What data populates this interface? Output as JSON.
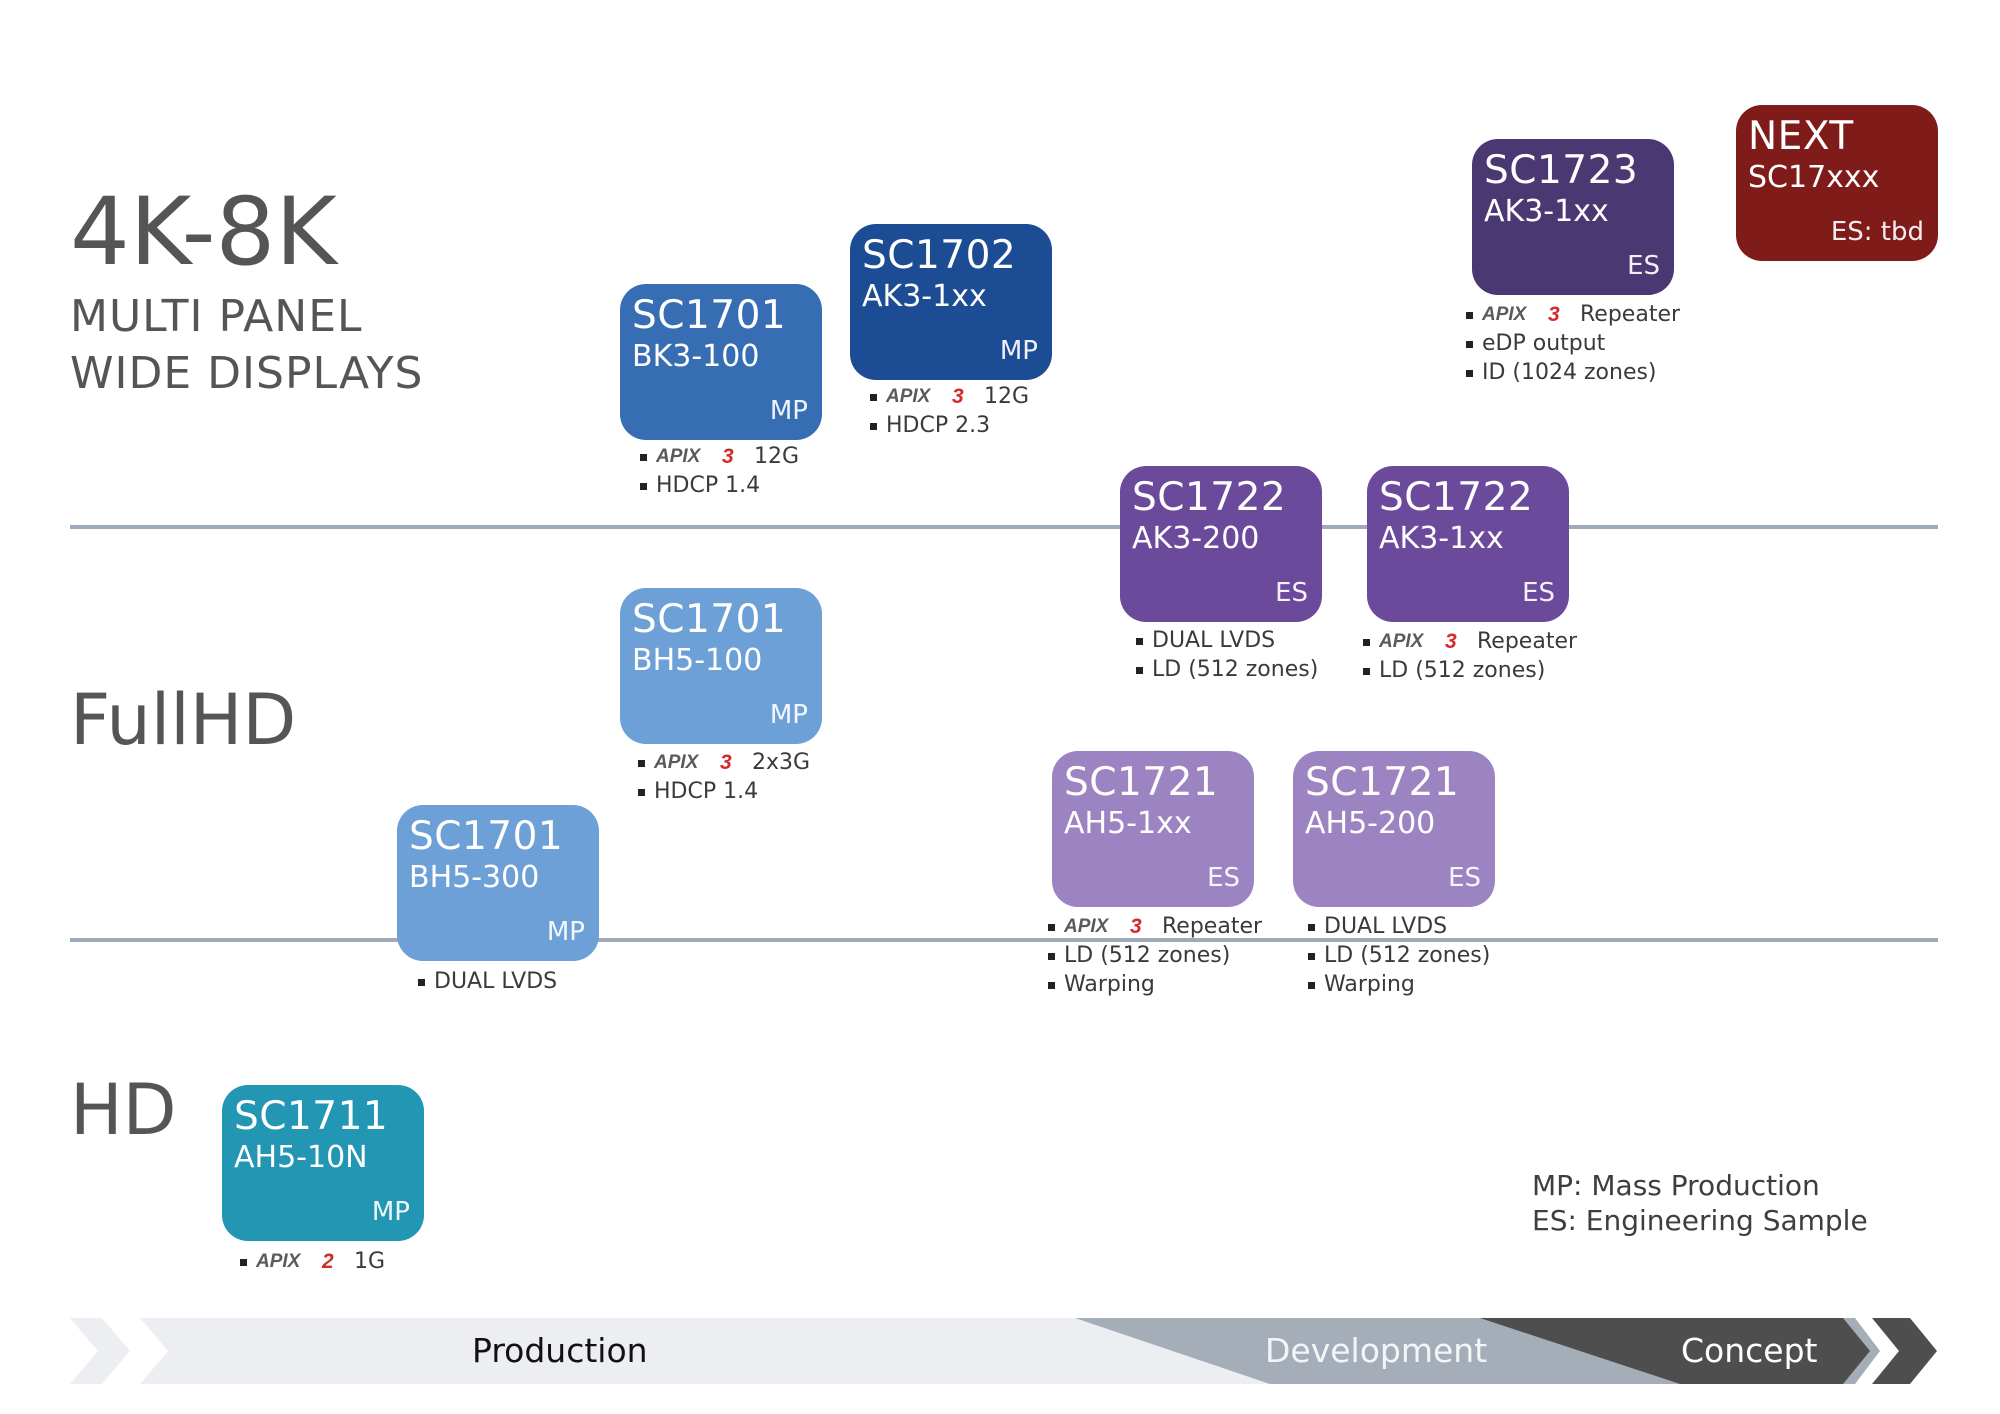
{
  "colors": {
    "background": "#ffffff",
    "tier_line": "#9ea9bb",
    "card_bk3_100": "#376db3",
    "card_ak3_1xx_1702": "#1c4c94",
    "card_ak3_1xx_1723": "#4a3873",
    "card_next": "#7f1c1a",
    "card_ak3_200": "#6b4a9c",
    "card_ak3_1xx_1722": "#6b4a9c",
    "card_bh5": "#6da0d6",
    "card_ah5": "#9c84c2",
    "card_ah5_10n": "#2296b3",
    "stage_production": "#eceef2",
    "stage_development": "#a5adb8",
    "stage_concept": "#4e4e4e",
    "apix_red": "#d42a2a",
    "apix_gray": "#5a5a5a"
  },
  "tiers": {
    "uhd_title": "4K-8K",
    "uhd_subtitle_line1": "MULTI PANEL",
    "uhd_subtitle_line2": "WIDE DISPLAYS",
    "fullhd_title": "FullHD",
    "hd_title": "HD"
  },
  "products": [
    {
      "model": "SC1701",
      "variant": "BK3-100",
      "status": "MP",
      "features": [
        {
          "logo": "APIX",
          "gen": "3",
          "text": "12G"
        },
        {
          "text": "HDCP 1.4"
        }
      ]
    },
    {
      "model": "SC1702",
      "variant": "AK3-1xx",
      "status": "MP",
      "features": [
        {
          "logo": "APIX",
          "gen": "3",
          "text": "12G"
        },
        {
          "text": "HDCP 2.3"
        }
      ]
    },
    {
      "model": "SC1723",
      "variant": "AK3-1xx",
      "status": "ES",
      "features": [
        {
          "logo": "APIX",
          "gen": "3",
          "text": "Repeater"
        },
        {
          "text": "eDP output"
        },
        {
          "text": "ID (1024 zones)"
        }
      ]
    },
    {
      "model": "NEXT",
      "variant": "SC17xxx",
      "status": "ES: tbd",
      "features": []
    },
    {
      "model": "SC1722",
      "variant": "AK3-200",
      "status": "ES",
      "features": [
        {
          "text": "DUAL LVDS"
        },
        {
          "text": "LD (512 zones)"
        }
      ]
    },
    {
      "model": "SC1722",
      "variant": "AK3-1xx",
      "status": "ES",
      "features": [
        {
          "logo": "APIX",
          "gen": "3",
          "text": "Repeater"
        },
        {
          "text": "LD (512 zones)"
        }
      ]
    },
    {
      "model": "SC1701",
      "variant": "BH5-100",
      "status": "MP",
      "features": [
        {
          "logo": "APIX",
          "gen": "3",
          "text": "2x3G"
        },
        {
          "text": "HDCP 1.4"
        }
      ]
    },
    {
      "model": "SC1701",
      "variant": "BH5-300",
      "status": "MP",
      "features": [
        {
          "text": "DUAL LVDS"
        }
      ]
    },
    {
      "model": "SC1721",
      "variant": "AH5-1xx",
      "status": "ES",
      "features": [
        {
          "logo": "APIX",
          "gen": "3",
          "text": "Repeater"
        },
        {
          "text": "LD (512 zones)"
        },
        {
          "text": "Warping"
        }
      ]
    },
    {
      "model": "SC1721",
      "variant": "AH5-200",
      "status": "ES",
      "features": [
        {
          "text": "DUAL LVDS"
        },
        {
          "text": "LD (512 zones)"
        },
        {
          "text": "Warping"
        }
      ]
    },
    {
      "model": "SC1711",
      "variant": "AH5-10N",
      "status": "MP",
      "features": [
        {
          "logo": "APIX",
          "gen": "2",
          "text": "1G"
        }
      ]
    }
  ],
  "legend": {
    "mp": "MP: Mass Production",
    "es": "ES: Engineering Sample"
  },
  "stages": {
    "production": "Production",
    "development": "Development",
    "concept": "Concept"
  }
}
